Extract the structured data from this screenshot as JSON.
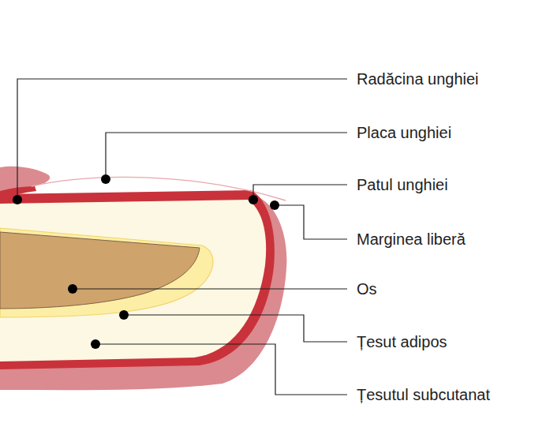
{
  "diagram": {
    "labels": [
      "Radăcina unghiei",
      "Placa unghiei",
      "Patul unghiei",
      "Marginea liberă",
      "Os",
      "Țesut adipos",
      "Țesutul subcutanat"
    ]
  }
}
